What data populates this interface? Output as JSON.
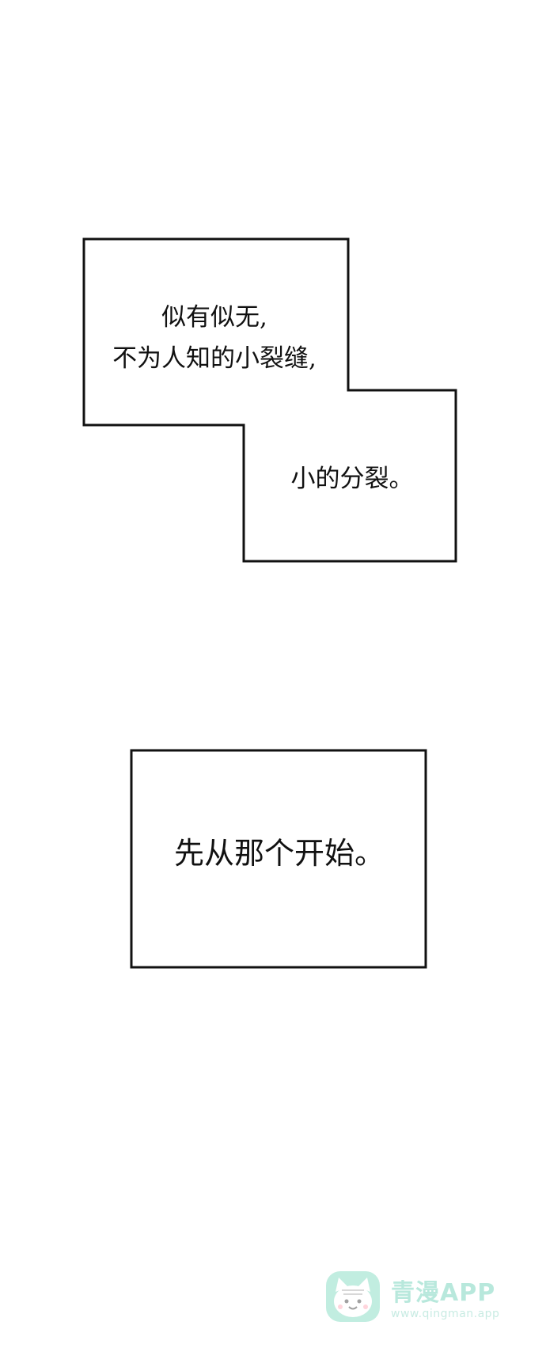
{
  "panels": [
    {
      "lines": [
        "似有似无,",
        "不为人知的小裂缝,"
      ]
    },
    {
      "lines": [
        "小的分裂。"
      ]
    },
    {
      "lines": [
        "先从那个开始。"
      ]
    }
  ],
  "watermark": {
    "brand": "青漫APP",
    "url": "www.qingman.app",
    "logo_icon": "cat-face-icon",
    "accent_color": "#7fd6c0"
  },
  "colors": {
    "background": "#ffffff",
    "border": "#111111",
    "text": "#111111"
  }
}
